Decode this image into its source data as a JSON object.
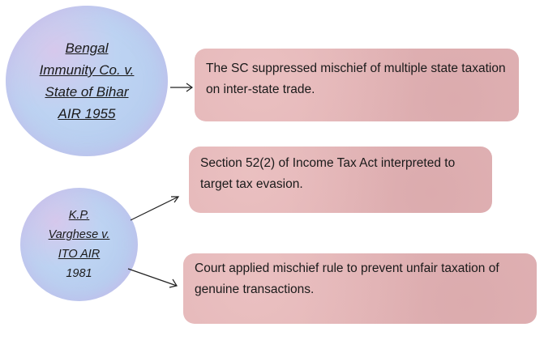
{
  "cases": [
    {
      "lines": [
        "Bengal",
        "Immunity Co. v.",
        "State of Bihar",
        "AIR 1955"
      ]
    },
    {
      "lines": [
        "K.P.",
        "Varghese v.",
        "ITO AIR",
        "1981"
      ]
    }
  ],
  "outcomes": [
    {
      "text": "The SC suppressed mischief of multiple state taxation on inter-state trade."
    },
    {
      "text": "Section 52(2) of Income Tax Act interpreted to target tax evasion."
    },
    {
      "text": "Court applied mischief rule to prevent unfair taxation of genuine transactions."
    }
  ]
}
